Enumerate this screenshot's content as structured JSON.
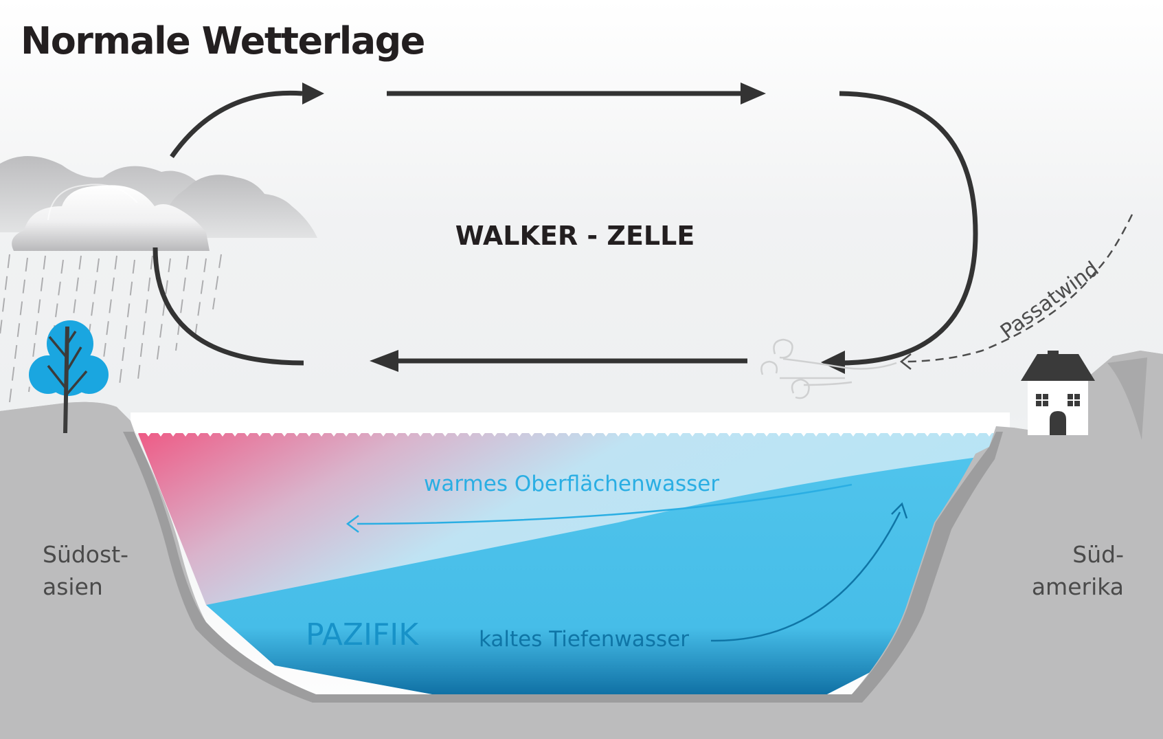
{
  "title": "Normale Wetterlage",
  "cell_label": "WALKER - ZELLE",
  "labels": {
    "southeast_asia_line1": "Südost-",
    "southeast_asia_line2": "asien",
    "south_america_line1": "Süd-",
    "south_america_line2": "amerika",
    "warm_water": "warmes Oberflächenwasser",
    "cold_water": "kaltes Tiefenwasser",
    "ocean": "PAZIFIK",
    "trade_wind": "Passatwind"
  },
  "colors": {
    "title": "#231f20",
    "arrows": "#333333",
    "land": "#bcbcbd",
    "land_edge": "#9d9d9e",
    "warm_pink": "#ee5a85",
    "light_water": "#b9e6f5",
    "deep_water": "#4cc3ec",
    "deepest_water": "#0f75a6",
    "tree": "#1aa6e0",
    "house": "#3a3a3a",
    "cloud": "#c8c8ca"
  }
}
